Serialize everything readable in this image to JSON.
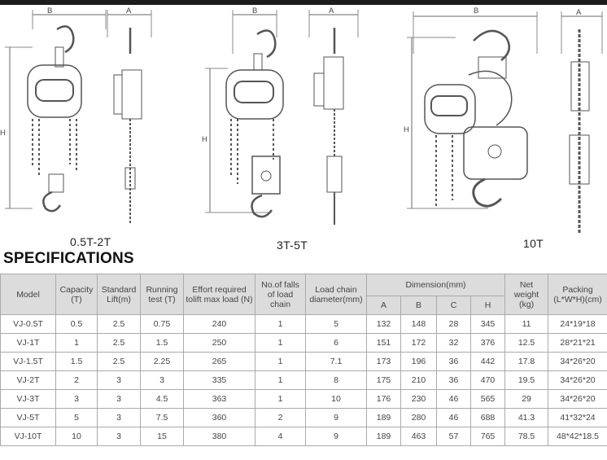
{
  "diagrams": {
    "small": {
      "label_b": "B",
      "label_a": "A",
      "label_h": "H",
      "caption": "0.5T-2T"
    },
    "medium": {
      "label_b": "B",
      "label_a": "A",
      "label_h": "H",
      "caption": "3T-5T"
    },
    "large": {
      "label_b": "B",
      "label_a": "A",
      "label_h": "H",
      "caption": "10T"
    }
  },
  "title": "SPECIFICATIONS",
  "table": {
    "headers": {
      "model": "Model",
      "capacity": "Capacity (T)",
      "lift": "Standard Lift(m)",
      "running": "Running test (T)",
      "effort": "Effort required tolift max load (N)",
      "falls": "No.of falls of load chain",
      "chain": "Load chain diameter(mm)",
      "dimension": "Dimension(mm)",
      "dim_a": "A",
      "dim_b": "B",
      "dim_c": "C",
      "dim_h": "H",
      "weight": "Net weight (kg)",
      "packing": "Packing (L*W*H)(cm)"
    },
    "rows": [
      [
        "VJ-0.5T",
        "0.5",
        "2.5",
        "0.75",
        "240",
        "1",
        "5",
        "132",
        "148",
        "28",
        "345",
        "11",
        "24*19*18"
      ],
      [
        "VJ-1T",
        "1",
        "2.5",
        "1.5",
        "250",
        "1",
        "6",
        "151",
        "172",
        "32",
        "376",
        "12.5",
        "28*21*21"
      ],
      [
        "VJ-1.5T",
        "1.5",
        "2.5",
        "2.25",
        "265",
        "1",
        "7.1",
        "173",
        "196",
        "36",
        "442",
        "17.8",
        "34*26*20"
      ],
      [
        "VJ-2T",
        "2",
        "3",
        "3",
        "335",
        "1",
        "8",
        "175",
        "210",
        "36",
        "470",
        "19.5",
        "34*26*20"
      ],
      [
        "VJ-3T",
        "3",
        "3",
        "4.5",
        "363",
        "1",
        "10",
        "176",
        "230",
        "46",
        "565",
        "29",
        "34*26*20"
      ],
      [
        "VJ-5T",
        "5",
        "3",
        "7.5",
        "360",
        "2",
        "9",
        "189",
        "280",
        "46",
        "688",
        "41.3",
        "41*32*24"
      ],
      [
        "VJ-10T",
        "10",
        "3",
        "15",
        "380",
        "4",
        "9",
        "189",
        "463",
        "57",
        "765",
        "78.5",
        "48*42*18.5"
      ]
    ]
  }
}
